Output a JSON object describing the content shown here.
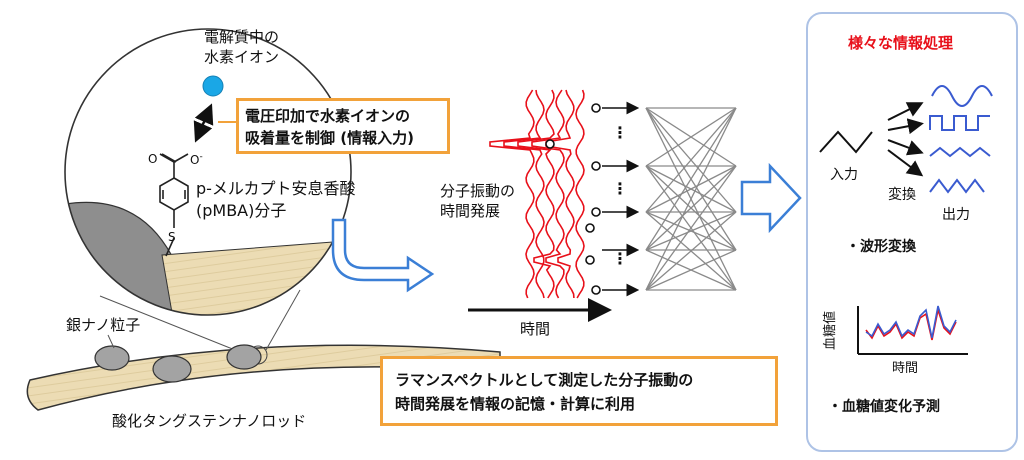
{
  "left": {
    "h_ion_label_line1": "電解質中の",
    "h_ion_label_line2": "水素イオン",
    "control_box_line1": "電圧印加で水素イオンの",
    "control_box_line2": "吸着量を制御 (情報入力)",
    "molecule_line1": "p-メルカプト安息香酸",
    "molecule_line2": "(pMBA)分子",
    "carboxyl_O": "O",
    "carboxyl_O_minus": "O",
    "sulfur": "S",
    "silver_label": "銀ナノ粒子",
    "rod_label": "酸化タングステンナノロッド"
  },
  "middle": {
    "vibration_line1": "分子振動の",
    "vibration_line2": "時間発展",
    "time_label": "時間",
    "dots": "⋮",
    "bottom_box_line1": "ラマンスペクトルとして測定した分子振動の",
    "bottom_box_line2": "時間発展を情報の記憶・計算に利用"
  },
  "right": {
    "title": "様々な情報処理",
    "input_label": "入力",
    "transform_label": "変換",
    "output_label": "出力",
    "waveform_caption": "・波形変換",
    "y_axis_label": "血糖値",
    "x_axis_label": "時間",
    "glucose_caption": "・血糖値変化予測"
  },
  "colors": {
    "accent_red": "#e8101a",
    "blue_wave": "#3a5bd0",
    "orange_border": "#f2a23a",
    "panel_border": "#aec3e6",
    "arrow_blue": "#3b7fd6",
    "ion_blue": "#1aa7e6",
    "rod_tan": "#ecdcb4"
  }
}
